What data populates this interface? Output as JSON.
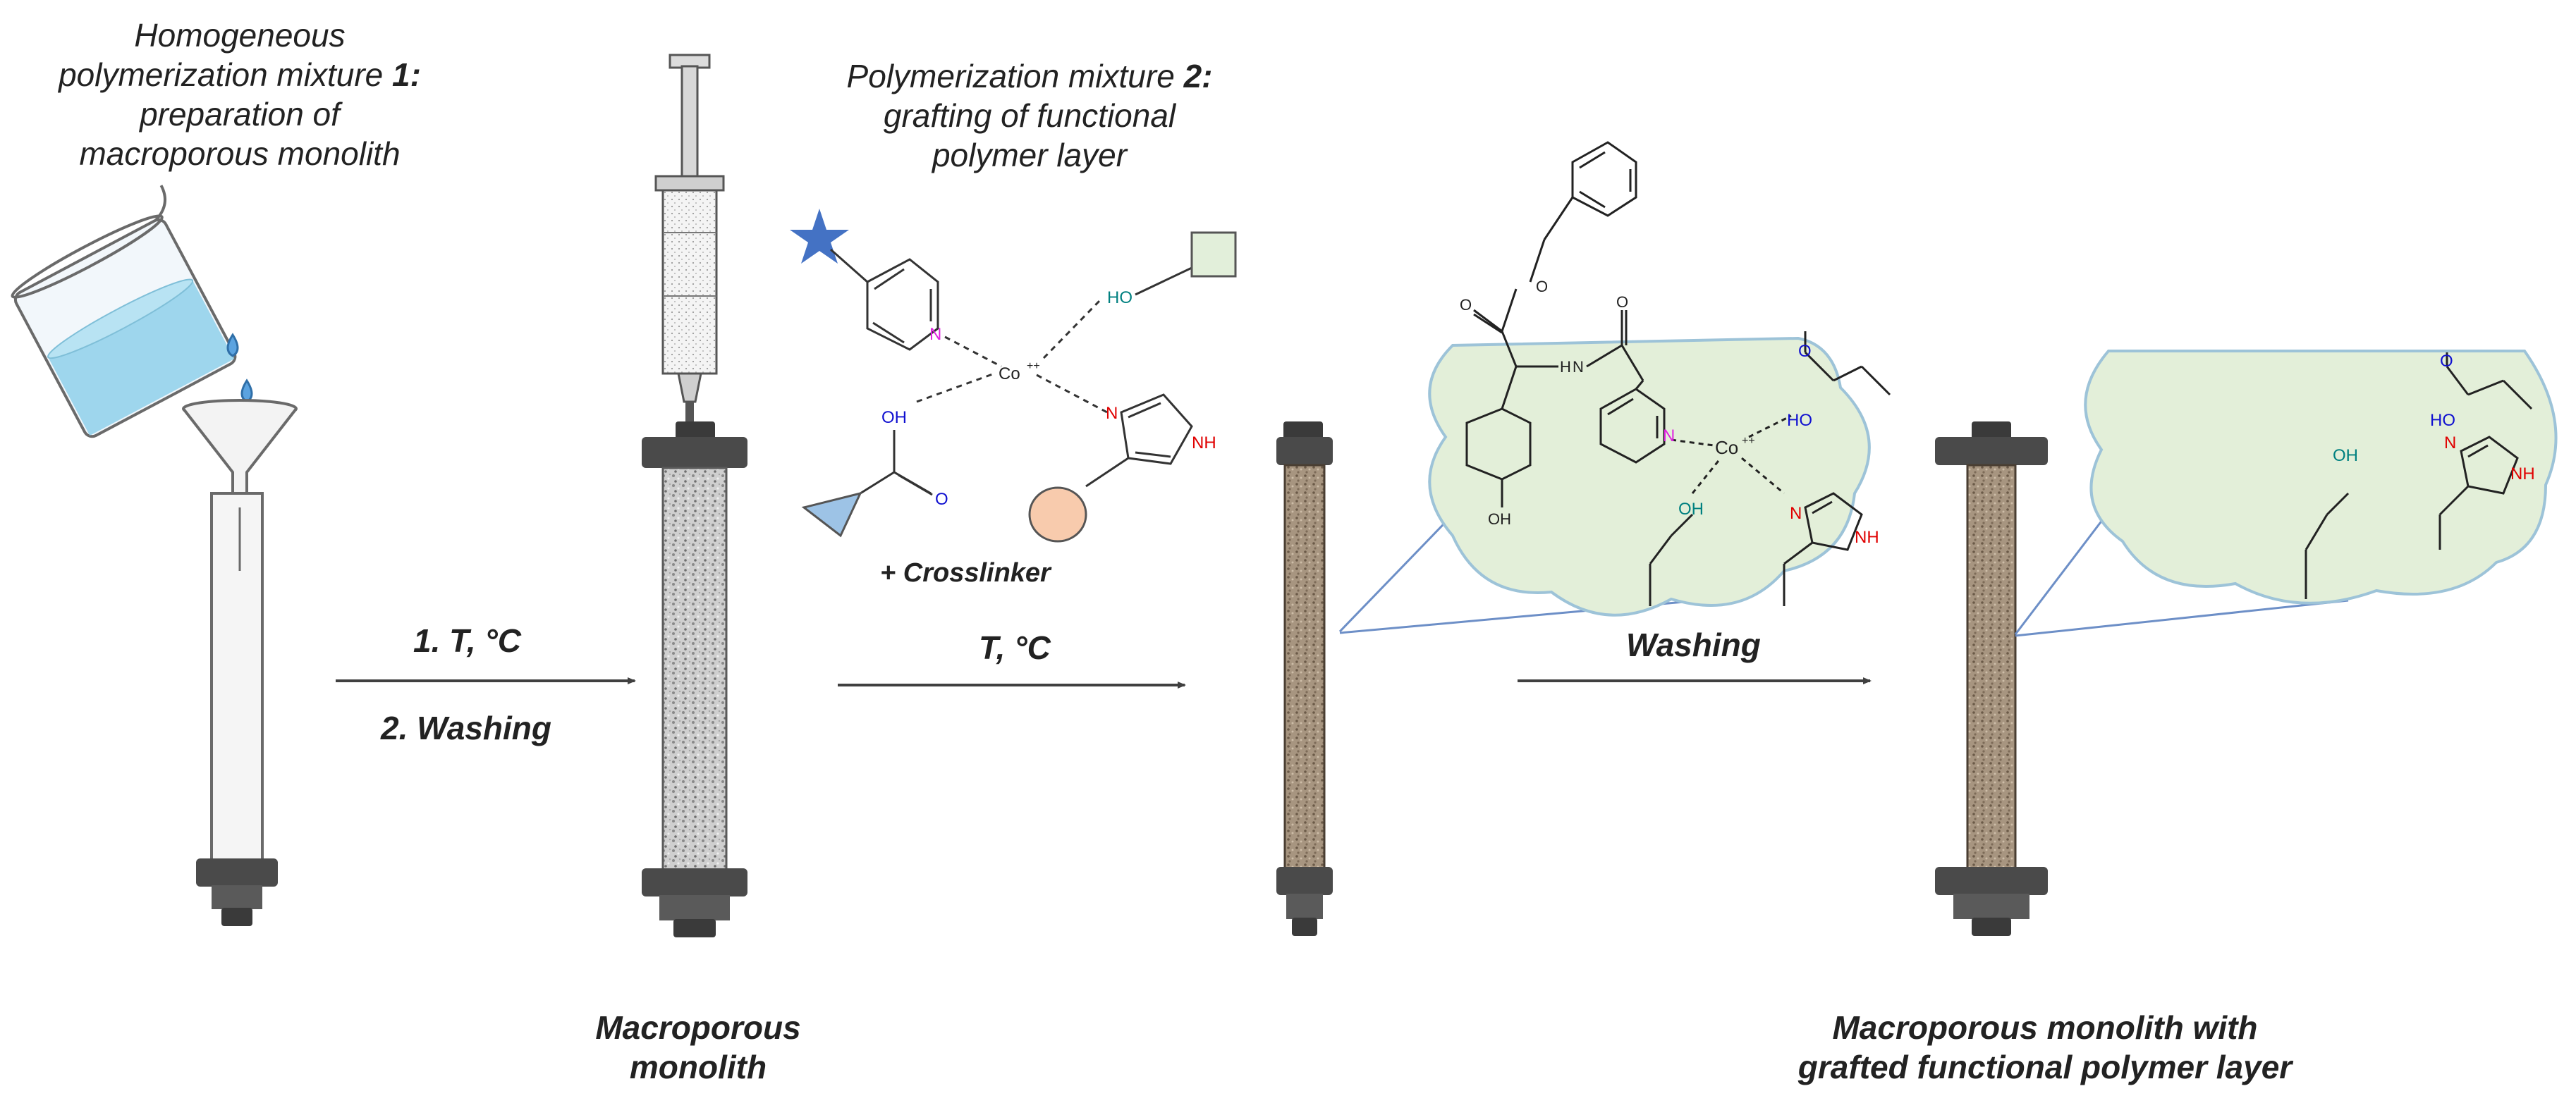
{
  "captions": {
    "mixture1": [
      "Homogeneous",
      "polymerization mixture 1:",
      "preparation of",
      "macroporous monolith"
    ],
    "mixture2": [
      "Polymerization mixture 2:",
      "grafting of functional",
      "polymer layer"
    ],
    "crosslinker": "+ Crosslinker",
    "result1": [
      "Macroporous",
      "monolith"
    ],
    "result2": [
      "Macroporous monolith with",
      "grafted functional polymer layer"
    ]
  },
  "steps": {
    "step1_line1": "1. T, °C",
    "step1_line2": "2. Washing",
    "step2": "T, °C",
    "step3": "Washing"
  },
  "atoms": {
    "N": "N",
    "NH": "NH",
    "OH": "OH",
    "HO": "HO",
    "O": "O",
    "H": "H",
    "Co": "Co",
    "charge": "++"
  },
  "colors": {
    "nitrogen": "#e020e0",
    "imidazole_n": "#e00000",
    "oxygen": "#1010d0",
    "hydroxyl": "#008080",
    "cloud_fill": "#e3efd9",
    "cloud_stroke": "#9dc3d8",
    "column_cap": "#4a4a4a",
    "star": "#4472c4",
    "triangle": "#9dc3e6",
    "circle": "#f8cbad",
    "square": "#e2efda"
  }
}
